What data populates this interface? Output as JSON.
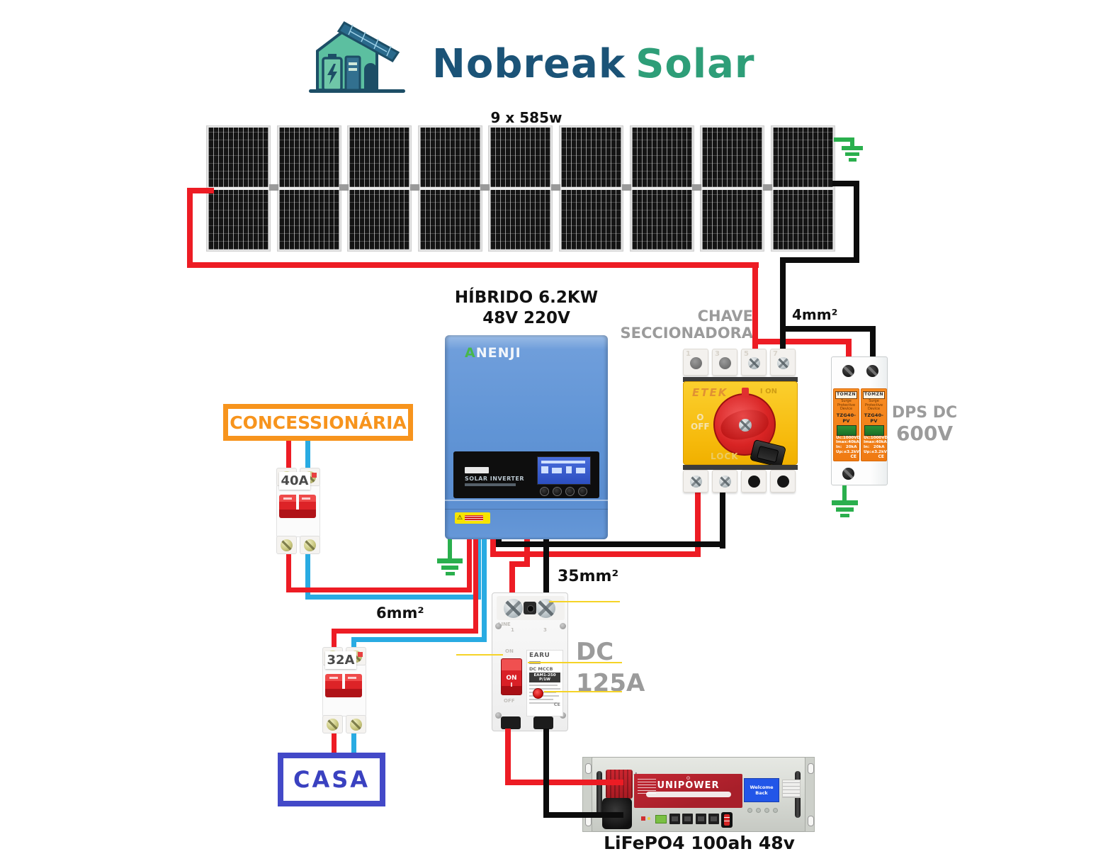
{
  "brand": {
    "name_primary": "Nobreak",
    "name_secondary": "Solar"
  },
  "array": {
    "label": "9 x 585w",
    "panel_count": 9
  },
  "inverter": {
    "title_line1": "HÍBRIDO 6.2KW",
    "title_line2": "48V 220V",
    "brand_initial": "A",
    "brand_rest": "NENJI",
    "panel_text": "SOLAR INVERTER"
  },
  "disconnect": {
    "label_line1": "CHAVE",
    "label_line2": "SECCIONADORA",
    "brand": "ETEK",
    "on_label": "I ON",
    "off_symbol": "O",
    "off_label": "OFF",
    "lock_label": "LOCK",
    "terminal_numbers": [
      "1",
      "3",
      "5",
      "7"
    ]
  },
  "dps": {
    "label_line1": "DPS DC",
    "label_line2": "600V",
    "module": {
      "brand": "TOMZN",
      "type_line1": "Surge Protective",
      "type_line2": "Device",
      "model": "TZG40-PV",
      "spec_line1": "Uc:1000VDC",
      "spec_line2": "Imax:40kA",
      "spec_line3": "In:   20kA",
      "spec_line4": "Up:≤3.2kV",
      "ce": "CE"
    }
  },
  "wire_labels": {
    "pv": "4mm²",
    "ac": "6mm²",
    "battery": "35mm²"
  },
  "utility_box": {
    "label": "CONCESSIONÁRIA"
  },
  "ac_breaker_main": {
    "label": "40A"
  },
  "ac_breaker_house": {
    "label": "32A"
  },
  "house_box": {
    "label": "CASA"
  },
  "dc_breaker": {
    "label_line1": "DC",
    "label_line2": "125A",
    "brand": "EARU",
    "model": "DC MCCB",
    "model_code": "EAM1-250 P/1W",
    "line_label": "LINE",
    "terminal_1": "1",
    "terminal_2": "3",
    "printed_on": "ON",
    "switch_on": "ON",
    "switch_pole": "I",
    "printed_off": "OFF",
    "ce": "CE"
  },
  "battery": {
    "brand": "UNIPOWER",
    "display_label": "Welcome Back",
    "caption": "LiFePO4 100ah 48v"
  }
}
